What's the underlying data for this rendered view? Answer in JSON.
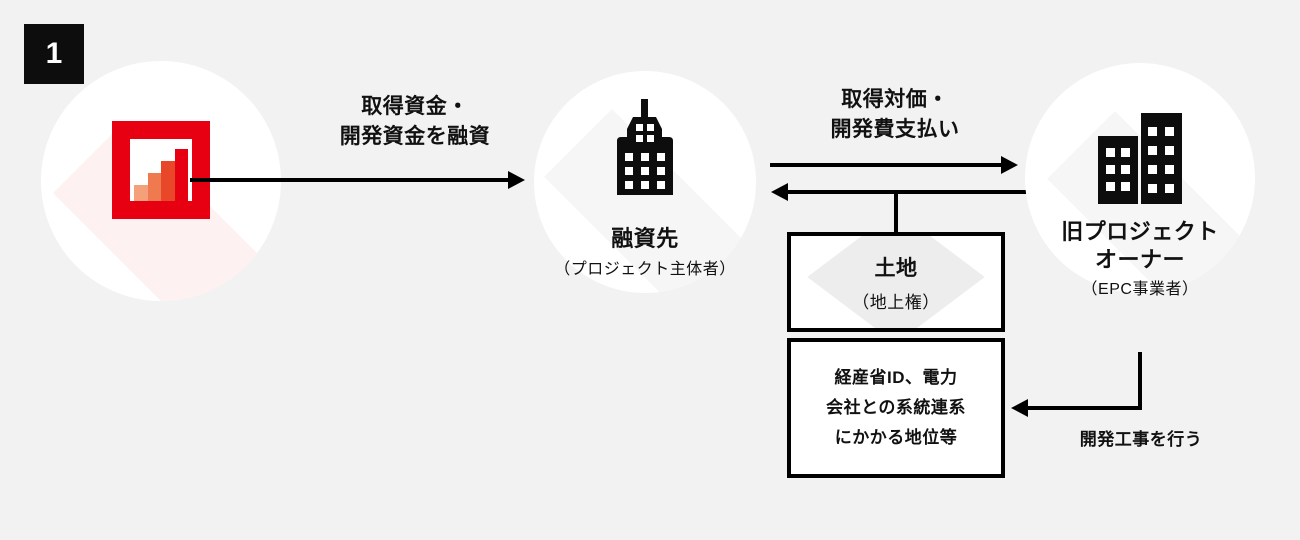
{
  "meta": {
    "background_color": "#f2f2f2",
    "accent_color": "#e60012",
    "ink_color": "#000000"
  },
  "step": {
    "number": "1",
    "badge_bg": "#0d0d0d",
    "badge_fg": "#ffffff"
  },
  "nodes": [
    {
      "id": "lender",
      "icon": "red-framed-bar-chart-icon",
      "title": "",
      "subtitle": ""
    },
    {
      "id": "borrower",
      "icon": "skyscraper-building-icon",
      "title": "融資先",
      "subtitle": "（プロジェクト主体者）"
    },
    {
      "id": "owner",
      "icon": "two-office-buildings-icon",
      "title_line1": "旧プロジェクト",
      "title_line2": "オーナー",
      "subtitle": "（EPC事業者）"
    }
  ],
  "flows": [
    {
      "id": "loan",
      "line1": "取得資金・",
      "line2": "開発資金を融資",
      "direction": "right"
    },
    {
      "id": "consideration",
      "line1": "取得対価・",
      "line2": "開発費支払い",
      "direction": "right"
    },
    {
      "id": "construction",
      "label": "開発工事を行う",
      "direction": "left"
    }
  ],
  "boxes": [
    {
      "id": "land",
      "title": "土地",
      "subtitle": "（地上権）"
    },
    {
      "id": "rights",
      "line1": "経産省ID、電力",
      "line2": "会社との系統連系",
      "line3": "にかかる地位等"
    }
  ],
  "chart_icon": {
    "frame_color": "#e60012",
    "bars": [
      {
        "color": "#f4a07a",
        "height_pct": 28
      },
      {
        "color": "#ef7a4f",
        "height_pct": 50
      },
      {
        "color": "#e8472a",
        "height_pct": 72
      },
      {
        "color": "#e60012",
        "height_pct": 95
      }
    ]
  }
}
